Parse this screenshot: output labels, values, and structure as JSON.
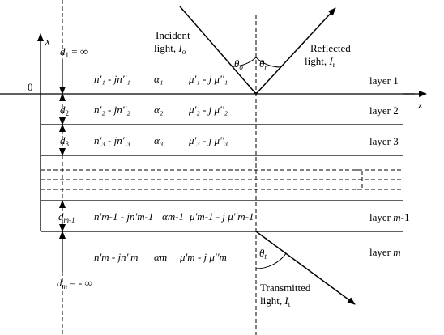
{
  "colors": {
    "ink": "#000000",
    "paper": "#ffffff"
  },
  "axes": {
    "origin": "0",
    "x": "x",
    "z": "z"
  },
  "thickness": {
    "d1": {
      "sym": "d",
      "sub": "1",
      "rest": " =  ∞"
    },
    "d2": {
      "sym": "d",
      "sub": "2"
    },
    "d3": {
      "sym": "d",
      "sub": "3"
    },
    "dm1": {
      "sym": "d",
      "sub": "m-1"
    },
    "dm": {
      "sym": "d",
      "sub": "m",
      "rest": " = - ∞"
    }
  },
  "params": {
    "row1": {
      "n": "n'₁ - jn''₁",
      "a": "α₁",
      "mu": "μ'₁ - j μ''₁"
    },
    "row2": {
      "n": "n'₂ - jn''₂",
      "a": "α₂",
      "mu": "μ'₂ - j μ''₂"
    },
    "row3": {
      "n": "n'₃ - jn''₃",
      "a": "α₃",
      "mu": "μ'₃ - j μ''₃"
    },
    "rowm1": {
      "n": "n'm-1 - jn'm-1",
      "a": "αm-1",
      "mu": "μ'm-1 - j μ''m-1"
    },
    "rowm": {
      "n": "n'm - jn''m",
      "a": "αm",
      "mu": "μ'm - j μ''m"
    }
  },
  "layers": {
    "l1": {
      "text": "layer 1"
    },
    "l2": {
      "text": "layer 2"
    },
    "l3": {
      "text": "layer 3"
    },
    "lm1": {
      "text": "layer ",
      "var": "m",
      "rest": "-1"
    },
    "lm": {
      "text": "layer ",
      "var": "m"
    }
  },
  "light": {
    "incident": {
      "line1": "Incident",
      "line2": "light, ",
      "sym": "I",
      "sub": "o"
    },
    "reflected": {
      "line1": "Reflected",
      "line2": "light, ",
      "sym": "I",
      "sub": "r"
    },
    "transmitted": {
      "line1": "Transmitted",
      "line2": "light, ",
      "sym": "I",
      "sub": "t"
    }
  },
  "angles": {
    "incidence": {
      "sym": "θ",
      "sub": "o"
    },
    "reflection": {
      "sym": "θ",
      "sub": "r"
    },
    "transmission": {
      "sym": "θ",
      "sub": "t"
    }
  }
}
